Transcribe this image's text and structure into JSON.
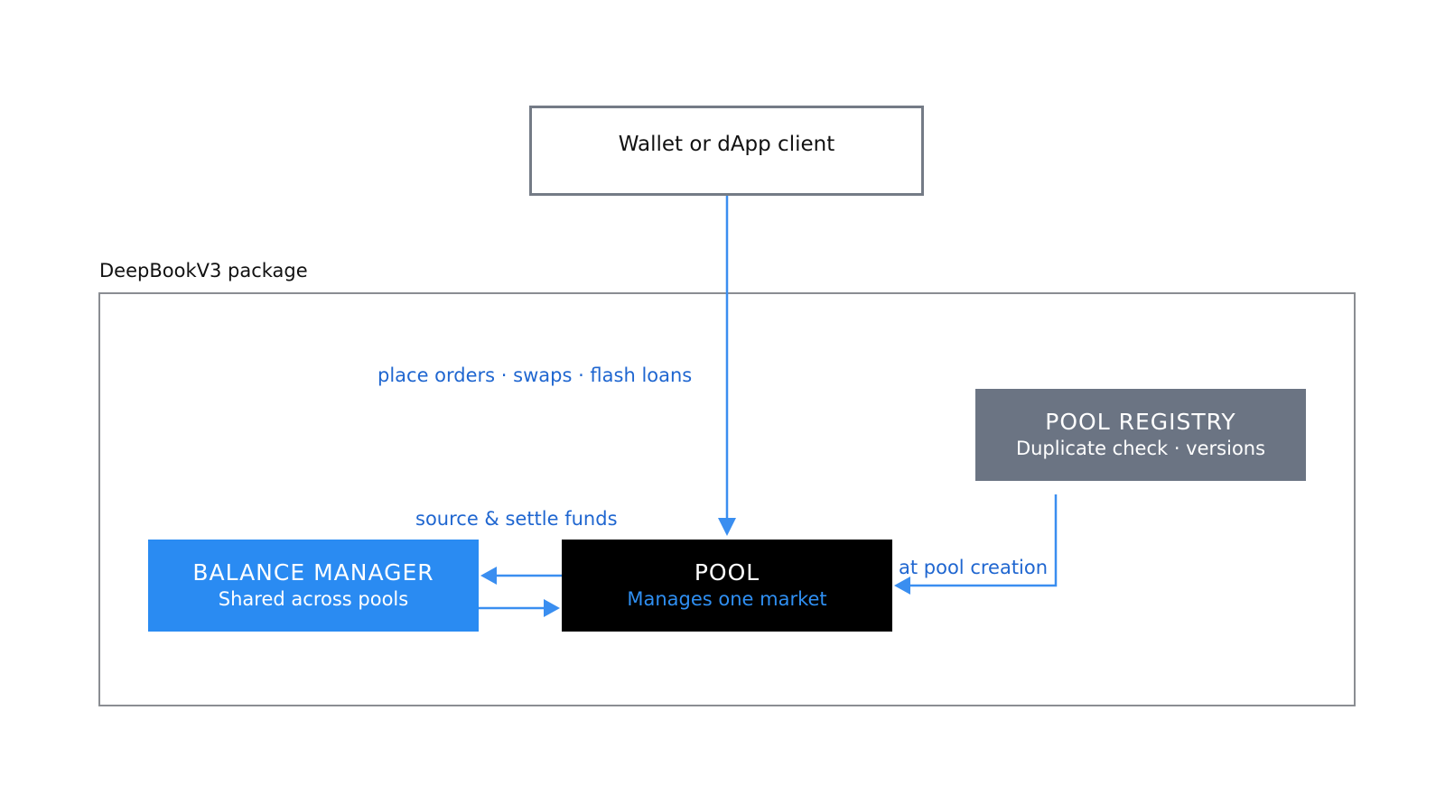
{
  "client": {
    "label": "Wallet or dApp client"
  },
  "package": {
    "label": "DeepBookV3 package"
  },
  "balance_manager": {
    "title": "BALANCE MANAGER",
    "subtitle": "Shared across pools"
  },
  "pool": {
    "title": "POOL",
    "subtitle": "Manages one market"
  },
  "registry": {
    "title": "POOL REGISTRY",
    "subtitle": "Duplicate check · versions"
  },
  "edges": {
    "orders": "place orders · swaps · flash loans",
    "funds": "source & settle funds",
    "creation": "at pool creation"
  },
  "colors": {
    "accent_blue": "#2a8bf2",
    "label_blue": "#1f66d0",
    "pool_black": "#000000",
    "registry_gray": "#6b7483",
    "frame_gray": "#8a8d92"
  }
}
